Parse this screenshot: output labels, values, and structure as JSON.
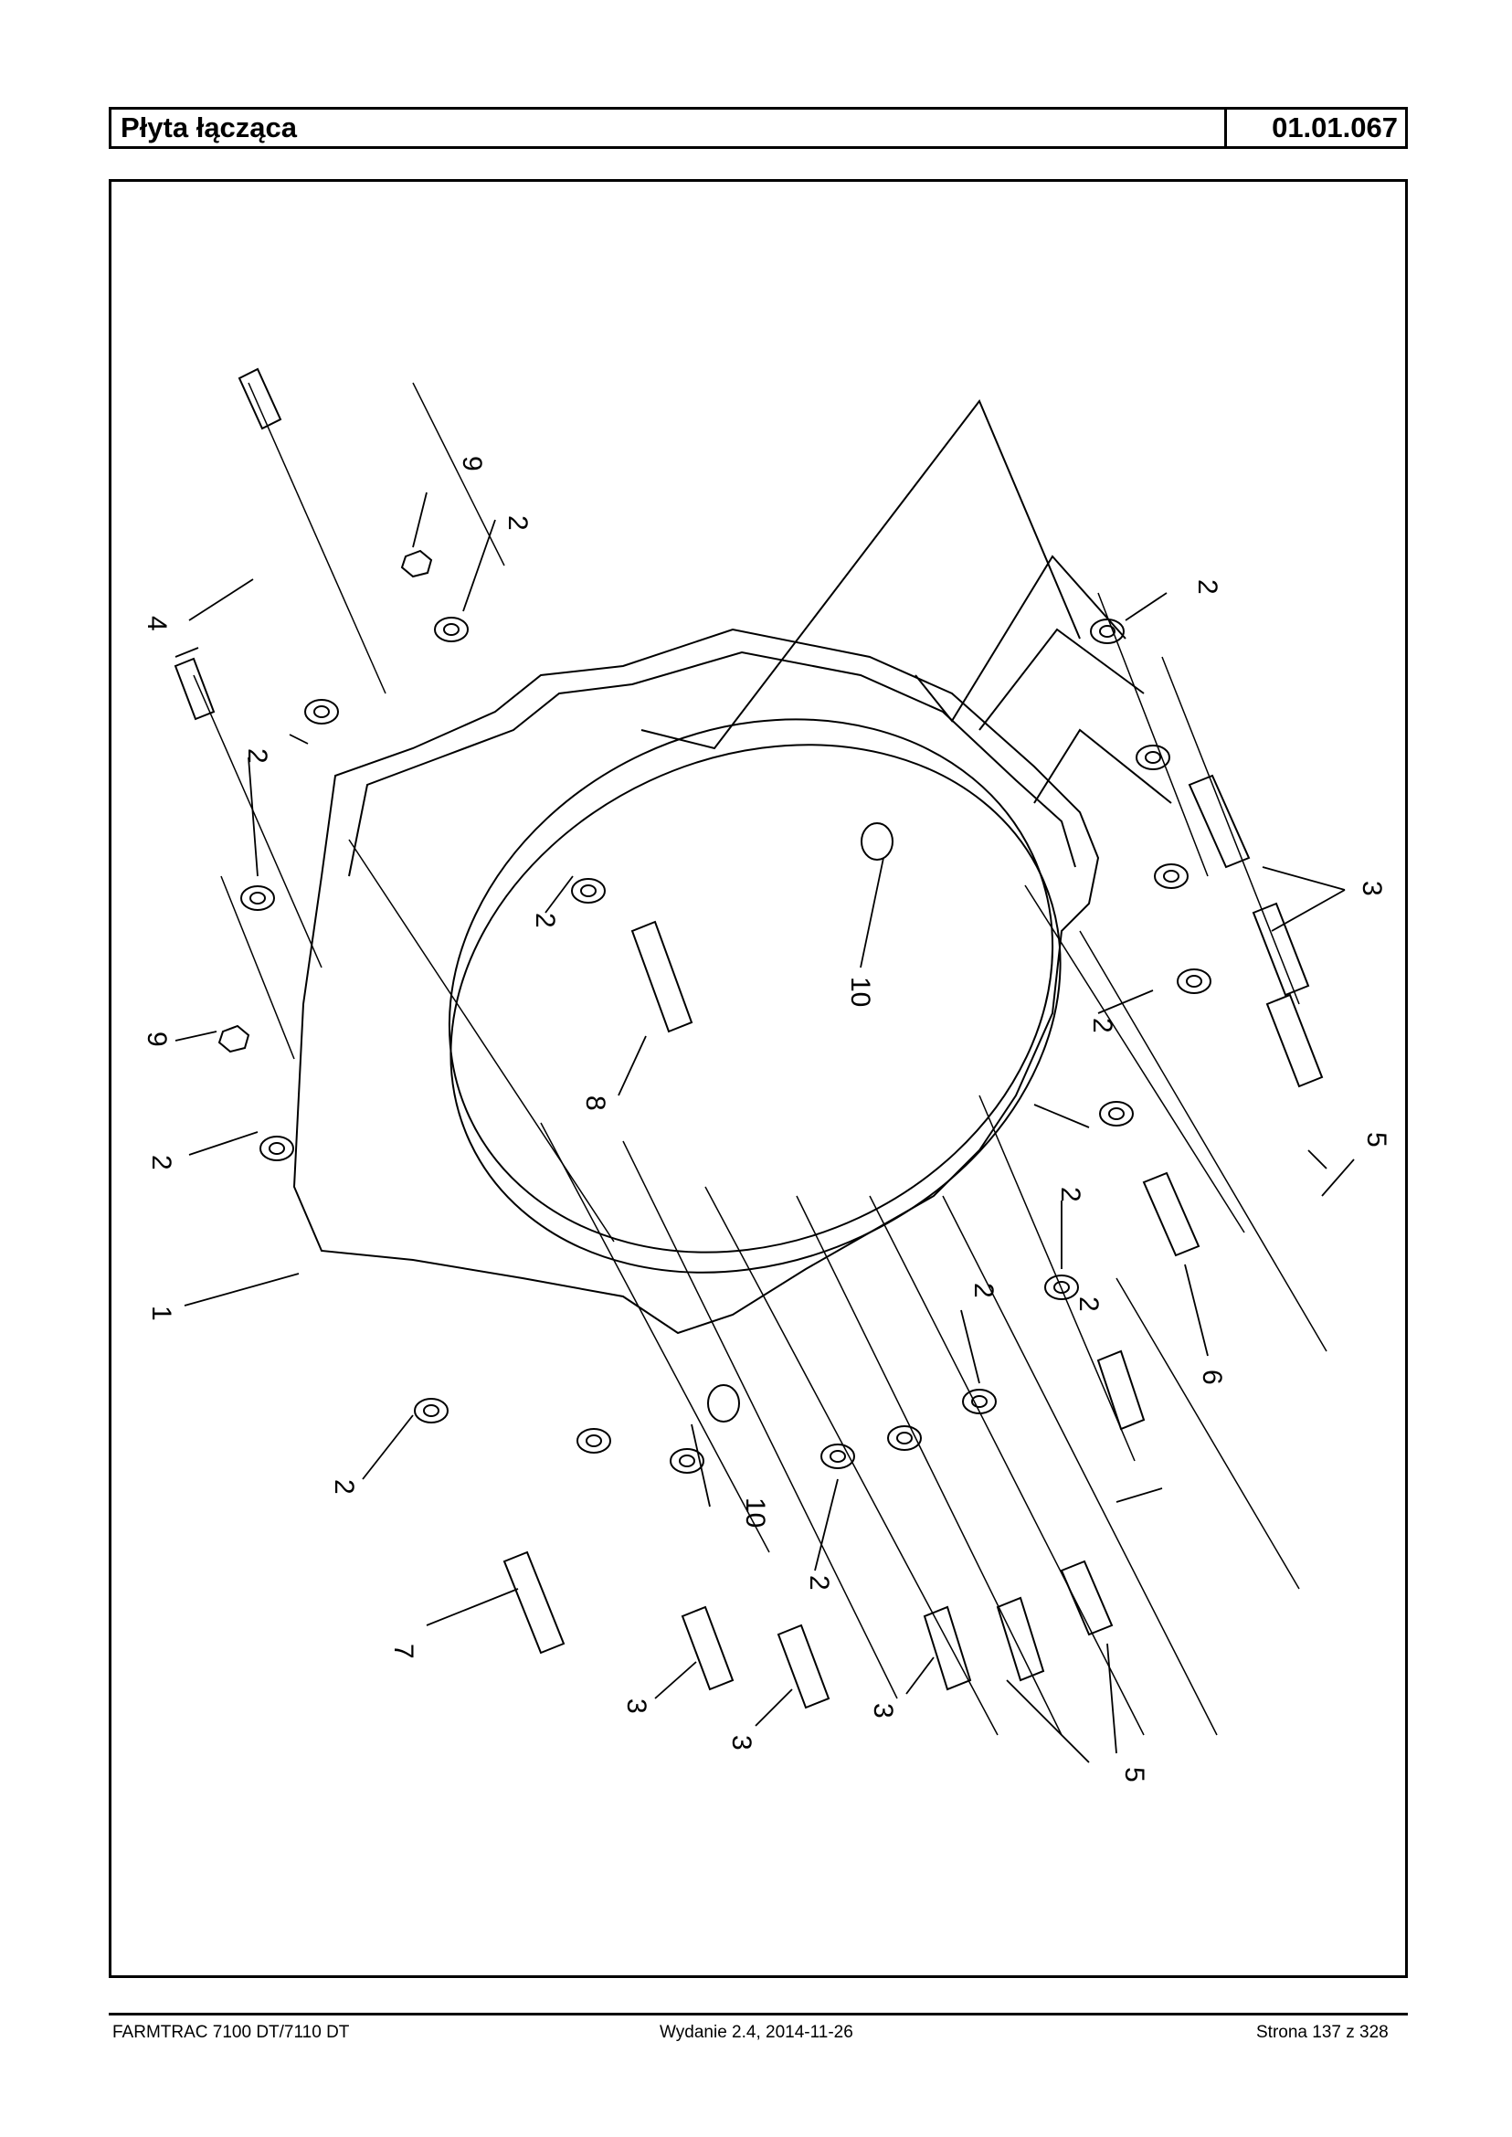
{
  "header": {
    "title": "Płyta łącząca",
    "code": "01.01.067"
  },
  "footer": {
    "model": "FARMTRAC 7100 DT/7110 DT",
    "edition": "Wydanie 2.4,  2014-11-26",
    "page": "Strona 137 z 328"
  },
  "callouts": {
    "c9a": "9",
    "c2a": "2",
    "c4": "4",
    "c2b": "2",
    "c2c": "2",
    "c9b": "9",
    "c2d": "2",
    "c1": "1",
    "c2e": "2",
    "c8": "8",
    "c10a": "10",
    "c2f": "2",
    "c3a": "3",
    "c2g": "2",
    "c5a": "5",
    "c2h": "2",
    "c6": "6",
    "c2i": "2",
    "c2j": "2",
    "c7": "7",
    "c10b": "10",
    "c2k": "2",
    "c3b": "3",
    "c3c": "3",
    "c3d": "3",
    "c5b": "5"
  }
}
